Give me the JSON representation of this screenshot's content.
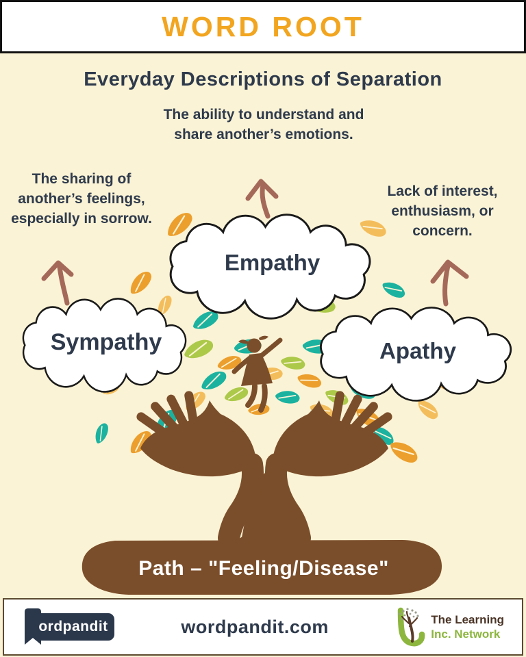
{
  "header": {
    "title": "WORD ROOT"
  },
  "main": {
    "title": "Everyday Descriptions of Separation",
    "empathy": {
      "word": "Empathy",
      "definition": "The ability to understand and share another’s emotions."
    },
    "sympathy": {
      "word": "Sympathy",
      "definition": "The sharing of another’s feelings, especially in sorrow."
    },
    "apathy": {
      "word": "Apathy",
      "definition": "Lack of interest, enthusiasm, or concern."
    },
    "root_banner": "Path – \"Feeling/Disease\""
  },
  "footer": {
    "wordpandit_logo_text": "ordpandit",
    "site": "wordpandit.com",
    "learning_network": {
      "line1": "The Learning",
      "line2": "Inc. Network"
    }
  },
  "colors": {
    "accent_orange": "#F2A51F",
    "navy": "#2E3A4C",
    "cream": "#FBF3D5",
    "brown": "#7B4E2B",
    "arrow": "#A5695A",
    "leaf_teal": "#1BB2A0",
    "leaf_amber": "#EC9F2D",
    "leaf_gold": "#F4BD5C",
    "leaf_green": "#ACC94A",
    "learning_green": "#8CB63E",
    "learning_brown": "#4A3426"
  }
}
